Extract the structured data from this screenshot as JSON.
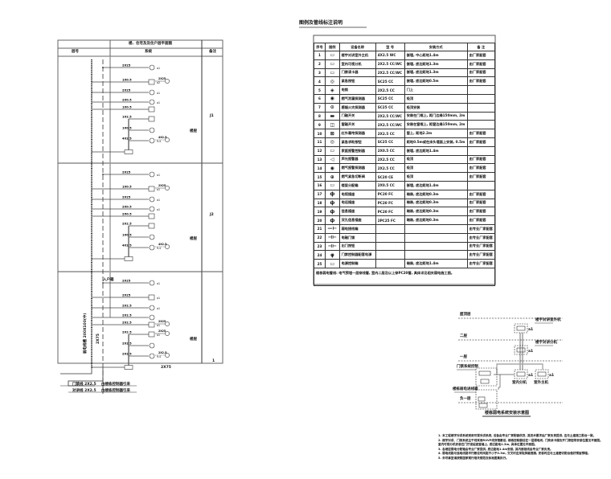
{
  "riser": {
    "title": "楼、住宅及及住户层平面图",
    "col_floor": "层号",
    "col_system": "系统",
    "col_note": "备注",
    "total_label": "2X75",
    "trunk_label": "弱电线槽 200X100(中)",
    "trunk_sub": "2X75",
    "sections": [
      {
        "floor_label": "J1",
        "box_label": "楼层",
        "branches": [
          {
            "cable": "2X25",
            "tag": "a1"
          },
          {
            "cable": "1X0.5",
            "tag": "a2",
            "sub1": "2X25",
            "sub2": "2X25"
          },
          {
            "cable": "2X25",
            "tag": "a1"
          },
          {
            "cable": "2X0.5",
            "tag": "a1"
          },
          {
            "cable": "1X0.5",
            "tag": ""
          },
          {
            "cable": "1X2.5",
            "tag": ""
          },
          {
            "cable": "1X0.5",
            "tag": ""
          },
          {
            "cable": "4X2.5",
            "tag": "9.4",
            "sub1": "4X2.5"
          }
        ],
        "junction": "1X40"
      },
      {
        "floor_label": "J2",
        "box_label": "楼层",
        "branches": [
          {
            "cable": "2X25",
            "tag": "a1"
          },
          {
            "cable": "1X0.5",
            "tag": "a1",
            "sub1": "2X25",
            "sub2": "2X25"
          },
          {
            "cable": "2X25",
            "tag": "a1"
          },
          {
            "cable": "2X0.5",
            "tag": "a1"
          },
          {
            "cable": "2X0.5",
            "tag": ""
          },
          {
            "cable": "2X2.5",
            "tag": ""
          },
          {
            "cable": "1X0.5",
            "tag": ""
          },
          {
            "cable": "4X2.5",
            "tag": "9.4",
            "sub1": "4X2.5"
          }
        ],
        "junction": "1X40"
      },
      {
        "floor_label": "1",
        "box_label": "楼层",
        "feed_label": "入户箱",
        "branches": [
          {
            "cable": "2X25",
            "tag": "a1"
          },
          {
            "cable": "2X25",
            "tag": "a1"
          },
          {
            "cable": "2X2.5",
            "tag": "a1"
          },
          {
            "cable": "2X2.5",
            "tag": ""
          },
          {
            "cable": "2X2.5",
            "tag": "a1",
            "sub1": "2X25"
          },
          {
            "cable": "2X2.5",
            "tag": "a1",
            "sub1": "2X25"
          },
          {
            "cable": "2X2.5",
            "tag": ""
          },
          {
            "cable": "2X2.5",
            "tag": "9.4",
            "sub1": "2X2.5"
          }
        ],
        "junction": "1X40"
      }
    ],
    "feeders": [
      {
        "label": "门禁线 2X2.5",
        "desc": "由楼栋控制器引来"
      },
      {
        "label": "对讲线 2X2.5",
        "desc": "由楼栋控制器引来"
      }
    ]
  },
  "legend": {
    "title": "图例及管线标注说明",
    "headers": [
      "序号",
      "图例",
      "设备名称",
      "型 号",
      "安装方式",
      "备 注"
    ],
    "rows": [
      {
        "no": "1",
        "sym": "▭",
        "name": "楼宇对讲室外主机",
        "model": "4X2.5 WC",
        "install": "嵌墙, 中心距地1.4m",
        "note": "由厂家配套"
      },
      {
        "no": "2",
        "sym": "▭",
        "name": "室内可视分机",
        "model": "2X2.5 CC/WC",
        "install": "嵌墙, 底边距地1.3m",
        "note": "由厂家配套"
      },
      {
        "no": "3",
        "sym": "▭",
        "name": "门禁读卡器",
        "model": "2X2.5 CC/WC",
        "install": "嵌墙, 底边距地1.3m",
        "note": "由厂家配套"
      },
      {
        "no": "4",
        "sym": "◎",
        "name": "紧急按钮",
        "model": "SC25 CC",
        "install": "嵌墙, 底边距地0.5m",
        "note": "由厂家配套"
      },
      {
        "no": "5",
        "sym": "◈",
        "name": "电锁",
        "model": "2X2.5 CC",
        "install": "门上",
        "note": ""
      },
      {
        "no": "6",
        "sym": "◉",
        "name": "燃气泄漏探测器",
        "model": "SC25 CC",
        "install": "吸顶",
        "note": ""
      },
      {
        "no": "7",
        "sym": "⊙",
        "name": "感烟火灾探测器",
        "model": "SC25 CC",
        "install": "吸顶安装",
        "note": ""
      },
      {
        "no": "8",
        "sym": "▬",
        "name": "门磁开关",
        "model": "2X2.5 CC/WC",
        "install": "安装在门框上, 距门边缘150mm, 2m",
        "note": ""
      },
      {
        "no": "9",
        "sym": "◫",
        "name": "窗磁开关",
        "model": "2X2.5 CC/WC",
        "install": "安装在窗框上, 距窗边缘150mm, 2m",
        "note": ""
      },
      {
        "no": "10",
        "sym": "⊠",
        "name": "红外幕帘探测器",
        "model": "2X2.5 CC",
        "install": "窗上, 距地2.2m",
        "note": "由厂家配套"
      },
      {
        "no": "11",
        "sym": "◎",
        "name": "紧急求助按钮",
        "model": "SC25 CC",
        "install": "距地0.5m或在床头墙面上安装, 0.5m",
        "note": "由厂家配套"
      },
      {
        "no": "12",
        "sym": "▭",
        "name": "家庭报警控制器",
        "model": "2X0.5 CC",
        "install": "嵌墙, 底边距地1.4m",
        "note": ""
      },
      {
        "no": "13",
        "sym": "◁",
        "name": "声光报警器",
        "model": "2X2.5 CC",
        "install": "吸顶",
        "note": "由厂家配套"
      },
      {
        "no": "14",
        "sym": "◉",
        "name": "燃气报警探测器",
        "model": "2X2.5 CC",
        "install": "吸顶",
        "note": "由厂家配套"
      },
      {
        "no": "15",
        "sym": "⊕",
        "name": "燃气紧急切断阀",
        "model": "SC20 CE",
        "install": "吸顶",
        "note": "由厂家配套"
      },
      {
        "no": "16",
        "sym": "▭",
        "name": "楼层分配箱",
        "model": "2X0.5 CC",
        "install": "嵌墙, 底边距地1.4m",
        "note": ""
      },
      {
        "no": "17",
        "sym": "ф",
        "name": "电视插座",
        "model": "PC20 FC",
        "install": "暗装, 底边距地0.3m",
        "note": "由厂家配套"
      },
      {
        "no": "18",
        "sym": "ф",
        "name": "电话插座",
        "model": "PC20 FC",
        "install": "暗装, 底边距地0.3m",
        "note": "由厂家配套"
      },
      {
        "no": "19",
        "sym": "ф",
        "name": "信息插座",
        "model": "PC20 FC",
        "install": "暗装, 底边距地0.3m",
        "note": "由厂家配套"
      },
      {
        "no": "20",
        "sym": "ф",
        "name": "双孔信息插座",
        "model": "2PC25 FC",
        "install": "暗装, 底边距地0.3m",
        "note": "由厂家配套"
      },
      {
        "no": "21",
        "sym": "—⊢",
        "name": "弱电接线箱",
        "model": "",
        "install": "",
        "note": "由专业厂家配套"
      },
      {
        "no": "22",
        "sym": "⊣⊢",
        "name": "电磁门锁",
        "model": "",
        "install": "",
        "note": "由专业厂家配套"
      },
      {
        "no": "23",
        "sym": "⊣⊢",
        "name": "出门按钮",
        "model": "",
        "install": "",
        "note": "由专业厂家配套"
      },
      {
        "no": "24",
        "sym": "φ",
        "name": "门禁控制器配套电源",
        "model": "",
        "install": "",
        "note": "由专业厂家配套"
      },
      {
        "no": "25",
        "sym": "▭",
        "name": "电源控制箱",
        "model": "",
        "install": "暗装, 底边距地1.4m",
        "note": "由专业厂家配套"
      }
    ],
    "footnote": "楼栋弱电管线: 电气预埋一层穿线管, 室内二层及以上穿PC20管, 具体详见相关弱电施工图。"
  },
  "detail": {
    "title": "楼栋弱电系统安装示意图",
    "levels": [
      "屋顶层",
      "二层",
      "一层",
      "负一层"
    ],
    "labels": {
      "top_box": "楼宇对讲室外机",
      "mid_box": "楼宇对讲分机",
      "left_box": "门禁系统控制",
      "bottom_box": "楼栋弱电进线箱",
      "right_a": "室内分机",
      "right_b": "室外主机"
    },
    "tag": "a1"
  },
  "notes": [
    "1. 本工程楼宇对讲系统采用可视对讲系统, 设备由专业厂家配套供货, 其技术要求由厂家负责提供, 应与土建施工配合一致。",
    "2. 楼宇对讲、门禁系统主干线采用RVVP线穿管敷设, 楼栋控制器设在一层弱电间, 门禁读卡器及开门按钮等安装位置见平面图。",
    "   室内可视分机安装在门厅或起居室墙上, 底边距地1.3m, 具体位置见平面图。",
    "3. 各楼层弱电分配箱由专业厂家提供, 底边距地1.4m安装, 其内部接线由专业厂家负责。",
    "4. 弱电线路与强电线路平行敷设时间距不小于0.3m, 交叉时应采取屏蔽措施, 安装时应与土建密切配合做好预留预埋。",
    "5. 未尽事宜请按照国家现行相关规范及标准图集执行。"
  ]
}
